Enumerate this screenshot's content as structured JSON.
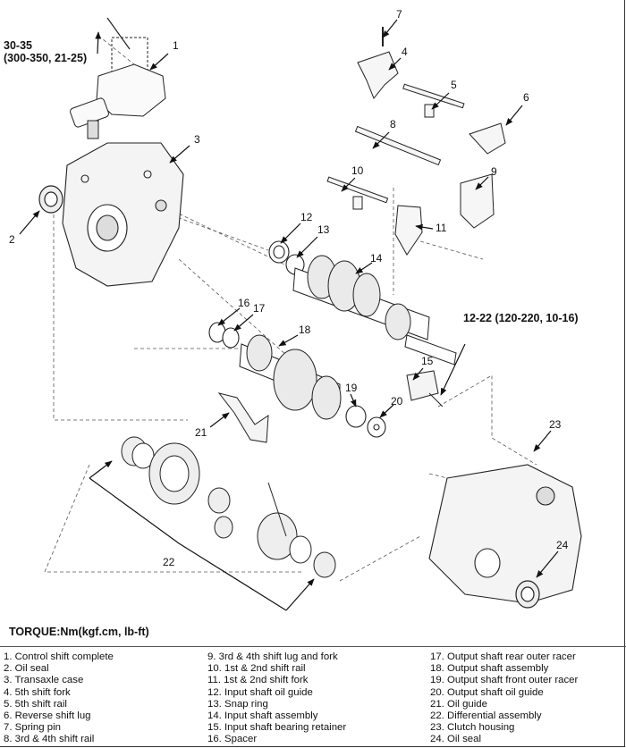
{
  "torque_labels": {
    "control_shift": "30-35\n(300-350, 21-25)",
    "retainer_bolt": "12-22 (120-220, 10-16)"
  },
  "torque_title": "TORQUE:Nm(kgf.cm, lb-ft)",
  "callouts": [
    "1",
    "2",
    "3",
    "4",
    "5",
    "6",
    "7",
    "8",
    "9",
    "10",
    "11",
    "12",
    "13",
    "14",
    "15",
    "16",
    "17",
    "18",
    "19",
    "20",
    "21",
    "22",
    "23",
    "24"
  ],
  "legend": {
    "col1": [
      {
        "num": "1.",
        "text": "Control shift complete"
      },
      {
        "num": "2.",
        "text": "Oil seal"
      },
      {
        "num": "3.",
        "text": "Transaxle case"
      },
      {
        "num": "4.",
        "text": "5th shift fork"
      },
      {
        "num": "5.",
        "text": "5th shift rail"
      },
      {
        "num": "6.",
        "text": "Reverse shift lug"
      },
      {
        "num": "7.",
        "text": "Spring pin"
      },
      {
        "num": "8.",
        "text": "3rd & 4th shift rail"
      }
    ],
    "col2": [
      {
        "num": "9.",
        "text": "3rd & 4th shift lug and fork"
      },
      {
        "num": "10.",
        "text": "1st & 2nd shift rail"
      },
      {
        "num": "11.",
        "text": "1st & 2nd shift fork"
      },
      {
        "num": "12.",
        "text": "Input shaft oil guide"
      },
      {
        "num": "13.",
        "text": "Snap ring"
      },
      {
        "num": "14.",
        "text": "Input shaft assembly"
      },
      {
        "num": "15.",
        "text": "Input shaft bearing retainer"
      },
      {
        "num": "16.",
        "text": "Spacer"
      }
    ],
    "col3": [
      {
        "num": "17.",
        "text": "Output shaft rear outer racer"
      },
      {
        "num": "18.",
        "text": "Output shaft assembly"
      },
      {
        "num": "19.",
        "text": "Output shaft front outer racer"
      },
      {
        "num": "20.",
        "text": "Output shaft oil guide"
      },
      {
        "num": "21.",
        "text": "Oil guide"
      },
      {
        "num": "22.",
        "text": "Differential assembly"
      },
      {
        "num": "23.",
        "text": "Clutch housing"
      },
      {
        "num": "24.",
        "text": "Oil seal"
      }
    ]
  }
}
